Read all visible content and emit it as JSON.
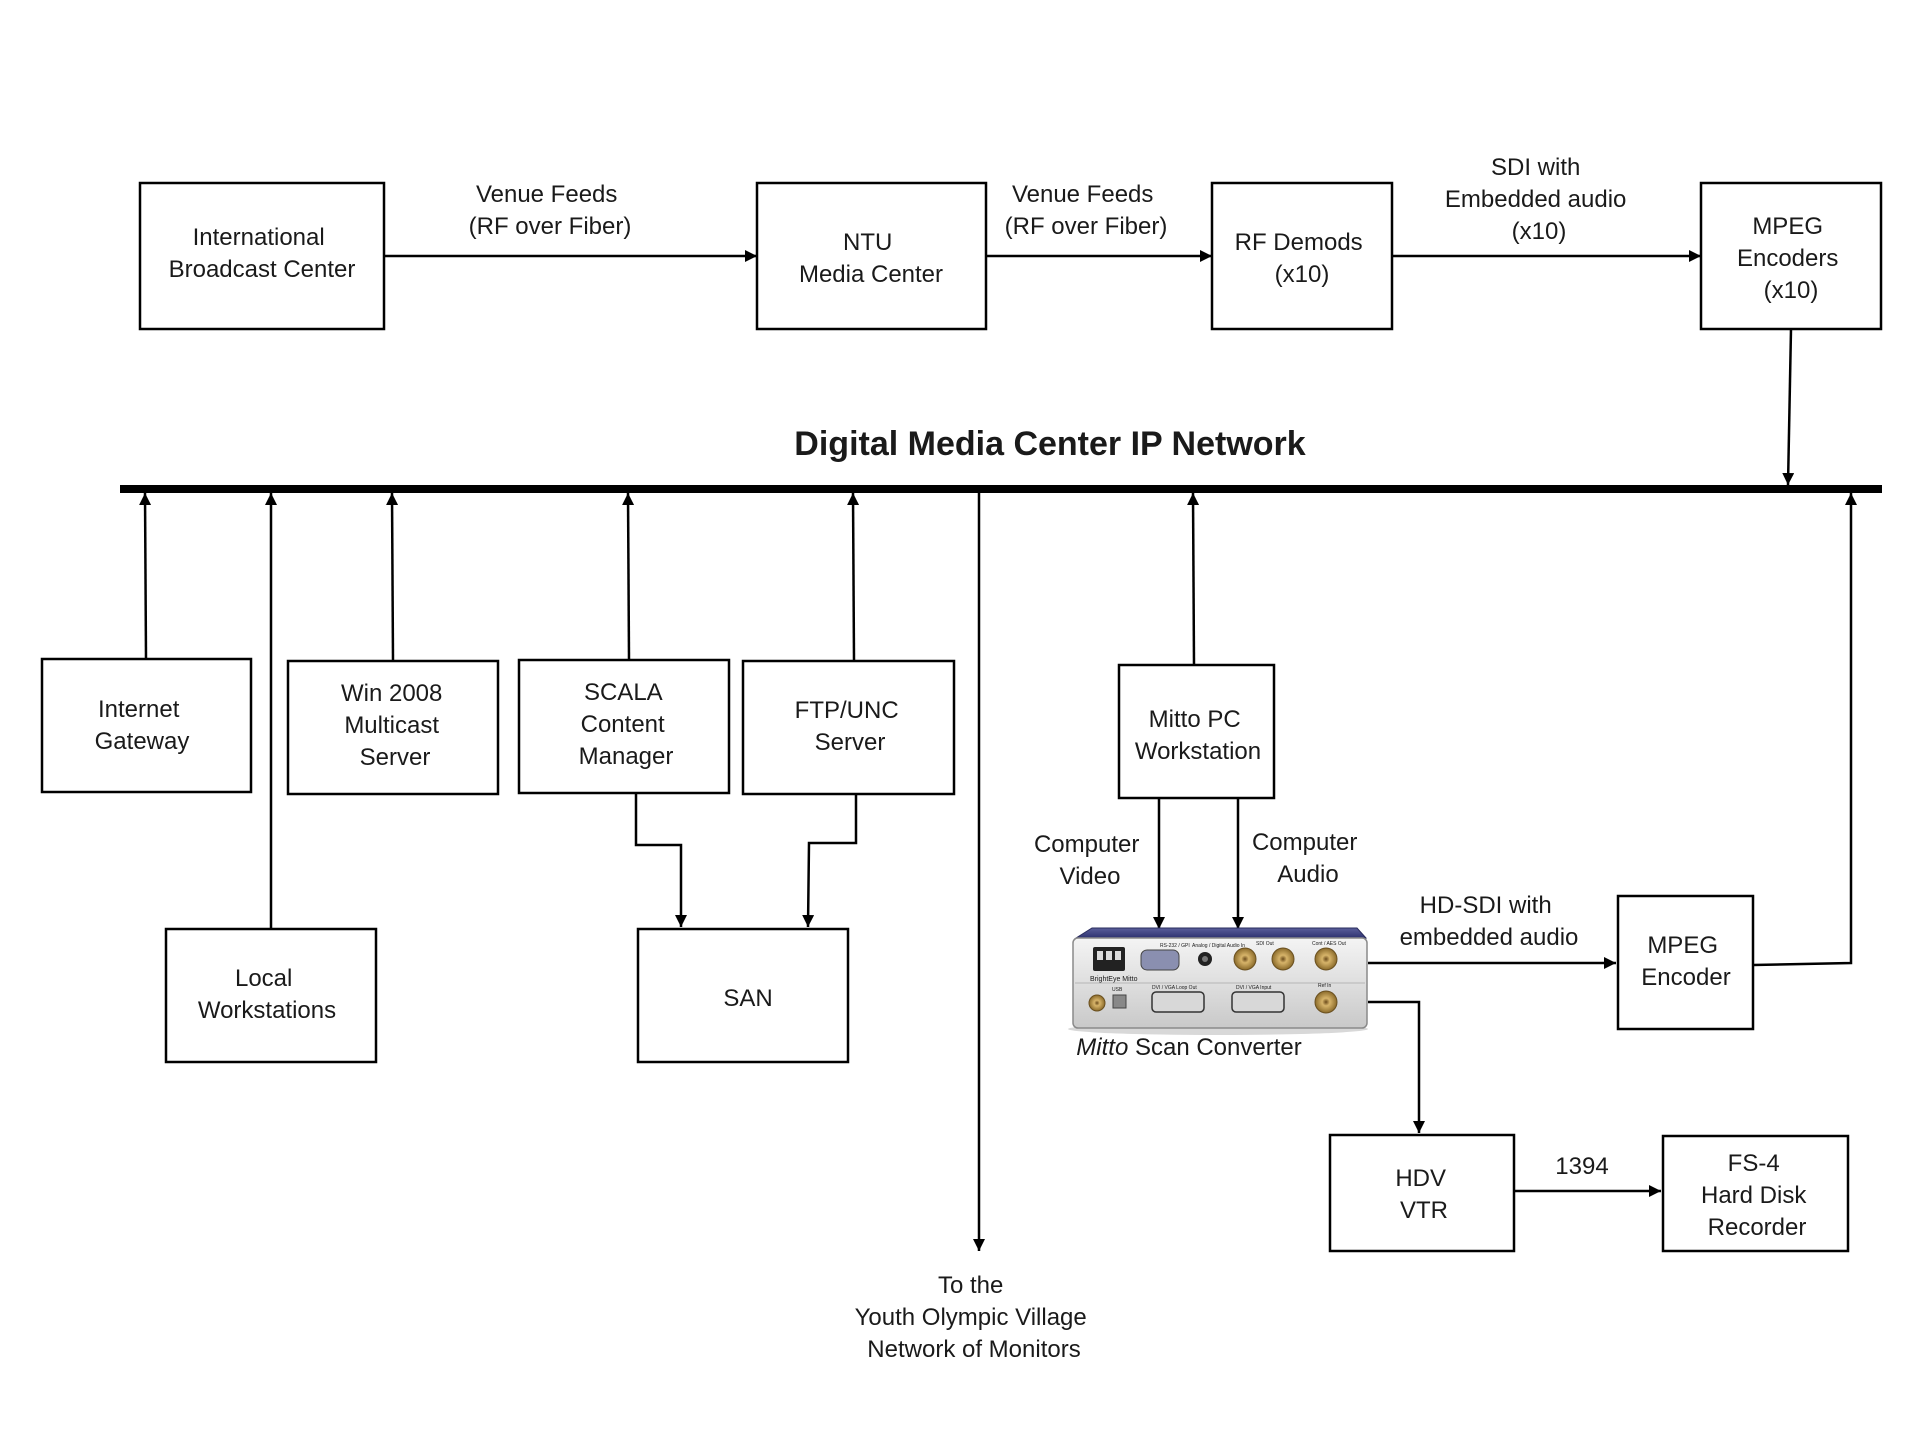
{
  "title": "Digital Media Center IP Network",
  "nodes": {
    "ibc": [
      "International",
      "Broadcast Center"
    ],
    "ntu": [
      "NTU",
      "Media Center"
    ],
    "rf_demods": [
      "RF Demods",
      "(x10)"
    ],
    "mpeg_encoders": [
      "MPEG",
      "Encoders",
      "(x10)"
    ],
    "internet_gateway": [
      "Internet",
      "Gateway"
    ],
    "win2008": [
      "Win 2008",
      "Multicast",
      "Server"
    ],
    "scala": [
      "SCALA",
      "Content",
      "Manager"
    ],
    "ftp": [
      "FTP/UNC",
      "Server"
    ],
    "mitto_pc": [
      "Mitto PC",
      "Workstation"
    ],
    "local_ws": [
      "Local",
      "Workstations"
    ],
    "san": [
      "SAN"
    ],
    "mpeg_encoder": [
      "MPEG",
      "Encoder"
    ],
    "hdv_vtr": [
      "HDV",
      "VTR"
    ],
    "fs4": [
      "FS-4",
      "Hard Disk",
      "Recorder"
    ]
  },
  "edge_labels": {
    "venue_feeds_1": [
      "Venue Feeds",
      "(RF over Fiber)"
    ],
    "venue_feeds_2": [
      "Venue Feeds",
      "(RF over Fiber)"
    ],
    "sdi": [
      "SDI with",
      "Embedded audio",
      "(x10)"
    ],
    "computer_video": [
      "Computer",
      "Video"
    ],
    "computer_audio": [
      "Computer",
      "Audio"
    ],
    "hd_sdi": [
      "HD-SDI with",
      "embedded audio"
    ],
    "ieee1394": [
      "1394"
    ]
  },
  "scan_converter": {
    "caption_italic": "Mitto",
    "caption_rest": " Scan Converter",
    "device_brand": "BrightEye Mitto",
    "port_labels": [
      "RS-232 / GPI",
      "Analog / Digital Audio In",
      "SDI Out",
      "Cont / AES Out",
      "DVI / VGA Loop Out",
      "DVI / VGA Input",
      "Ref In",
      "USB"
    ]
  },
  "destination": [
    "To the",
    "Youth Olympic Village",
    "Network of Monitors"
  ]
}
